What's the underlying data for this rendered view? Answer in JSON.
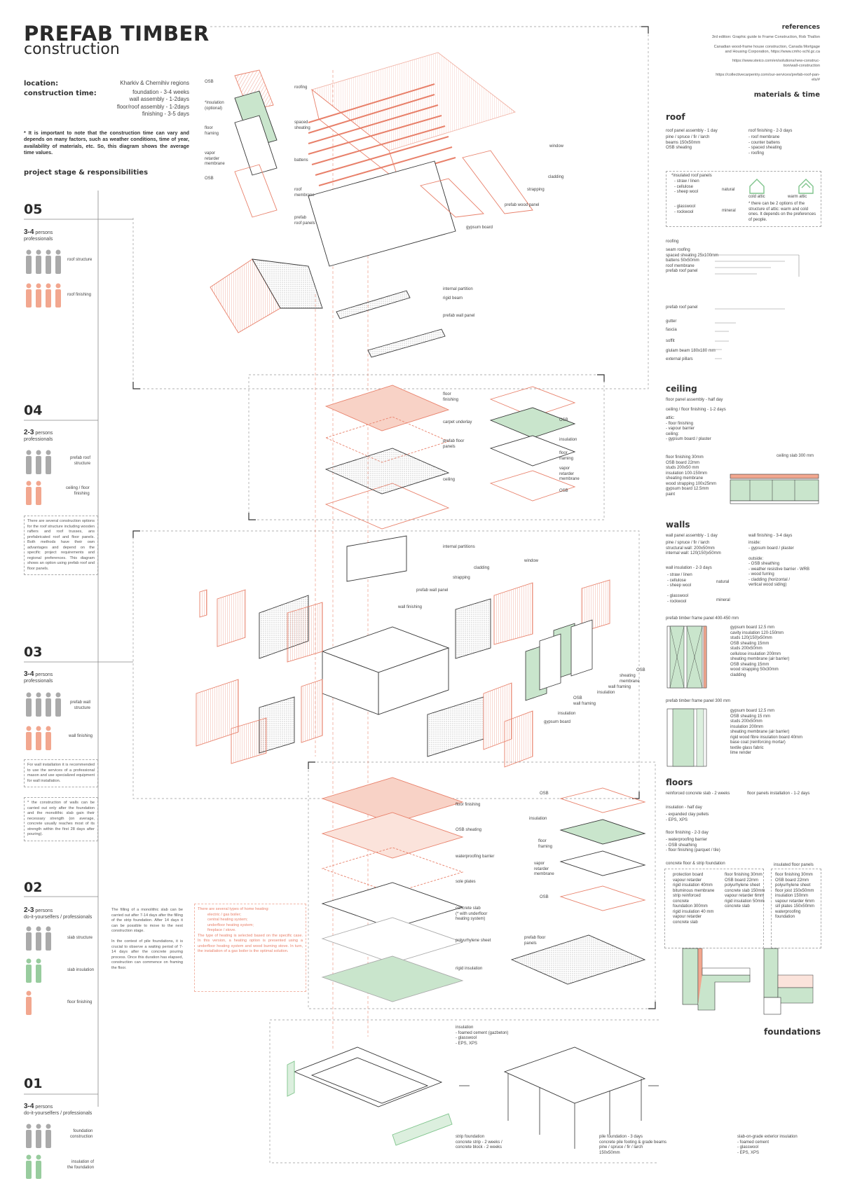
{
  "title": {
    "line1": "PREFAB TIMBER",
    "line2": "construction"
  },
  "info": {
    "location_label": "location:",
    "location_value": "Kharkiv & Chernihiv regions",
    "time_label": "construction time:",
    "times": [
      "foundation - 3-4 weeks",
      "wall assembly - 1-2days",
      "floor/roof assembly - 1-2days",
      "finishing - 3-5 days"
    ],
    "note": "* It is important to note that the construction time can vary and depends on many factors, such as weather conditions, time of year, availability of materials, etc. So, this diagram shows the average time values.",
    "stage_heading": "project stage &  responsibilities"
  },
  "stages": [
    {
      "num": "05",
      "count": "3-4",
      "unit": "persons",
      "who": "professionals",
      "roles": [
        "roof structure",
        "roof finishing"
      ]
    },
    {
      "num": "04",
      "count": "2-3",
      "unit": "persons",
      "who": "professionals",
      "roles": [
        "prefab roof\nstructure",
        "ceiling / floor\nfinishing"
      ]
    },
    {
      "num": "03",
      "count": "3-4",
      "unit": "persons",
      "who": "professionals",
      "roles": [
        "prefab wall\nstructure",
        "wall finishing"
      ]
    },
    {
      "num": "02",
      "count": "2-3",
      "unit": "persons",
      "who": "do-it-yourselfers / professionals",
      "roles": [
        "slab structure",
        "slab insulation",
        "floor finishing"
      ]
    },
    {
      "num": "01",
      "count": "3-4",
      "unit": "persons",
      "who": "do-it-yourselfers / professionals",
      "roles": [
        "foundation\nconstruction",
        "insulation of\nthe foundation"
      ]
    }
  ],
  "notes": {
    "n04": "There are several construction options for the roof structure including wooden rafters and roof trusses, ans prefabricated roof and floor panels. Both methods have their own advantages and depend on the specific project requirements and regional preferences. This diagram shows an option using prefab roof and floor panels.",
    "n03a": "For wall installation it is recommended to use the services of a professional mason and use specialized equipment for wall installation.",
    "n03b": "* the construction of walls can be carried out only after the foundation and the monolithic slab gain their necessary strength (on average, concrete usually reaches most of its strength within the first 28 days after pouring).",
    "n02a": "The filling of a monolithic slab can be carried out after 7-14 days after the filling of the strip foundation. After 14 days it can be possible to move to the next construction stage.",
    "n02b": "In the contest of pile foundations, it is crucial to observe a waiting period of 7-14 days after the concrete pouring process. Once this duration has elapsed, construction can commence on framing the floor.",
    "n02c_title": "There are several types of home heating:",
    "n02c_list": [
      "electric / gas boiler;",
      "central heating system;",
      "underfloor heating system;",
      "fireplace / stove."
    ],
    "n02c_body": "The type of heating is selected based on the specific case. In this version, a heating option is presented using a underfloor heating system and wood burning stove. In turn, the installation of a gas boiler is the optimal solution."
  },
  "references": {
    "heading": "references",
    "items": [
      "3rd edition: Graphic guide to Frame Construction, Rob Thallon",
      "Canadian wood-frame house construction, Canada Mortgage\nand Housing Corporation, https://www.cmhc-schl.gc.ca",
      "https://www.steico.com/en/solutions/new-construc-\ntion/wall-construction",
      "https://collectivecarpentry.com/our-services/prefab-roof-pan-\nels/#"
    ],
    "materials_heading": "materials & time"
  },
  "roof": {
    "heading": "roof",
    "col1_title": "roof panel assembly - 1 day",
    "col1": "pine / spruce / fir / larch\nbeams 150x50mm\nOSB sheating",
    "col2_title": "roof finishing - 2-3 days",
    "col2": "- roof membrane\n- counter battens\n- spaced sheating\n- roofing",
    "ins_title": "*insulated roof panels",
    "ins_natural": "- straw / linen\n- cellulose\n- sheep wool",
    "ins_mineral": "- glasswool\n- rockwool",
    "natural": "natural",
    "mineral": "mineral",
    "cold": "cold attic",
    "warm": "warm attic",
    "attic_note": "* there can be 2 options of the structure of attic: warm and cold ones. It depends on the preferences of people.",
    "roofing_title": "roofing",
    "roofing": "seam roofing\nspaced sheating 25x100mm\nbattens 50x50mm\nroof membrane\nprefab roof panel",
    "lower": [
      "prefab roof panel",
      "gutter",
      "fascia",
      "soffit",
      "glulam beam 180x180 mm",
      "external pillars"
    ]
  },
  "ceiling": {
    "heading": "ceiling",
    "t1": "floor panel assembly - half day",
    "t2": "ceiling / floor finishing - 1-2 days",
    "items": "attic:\n- floor finishing\n- vapour barrier\nceiling:\n- gypsum board / plaster",
    "layers": "floor finishing 30mm\nOSB board 22mm\nstuds 200x50 mm\ninsulation 100-150mm\nsheating membrane\nwood strapping 100x25mm\ngypsum board 12.5mm\npaint",
    "slab": "ceiling slab 300 mm"
  },
  "walls": {
    "heading": "walls",
    "c1t": "wall panel assembly - 1 day",
    "c1": "pine / spruce / fir / larch\nstructural wall: 200x50mm\ninternal wall: 120(150)x50mm",
    "c2t": "wall finishing - 3-4 days",
    "c2": "inside:\n- gypsum board / plaster\n\noutside:\n- OSB sheathing\n- weather resistive barrier - WRB\n- wood furring\n- cladding (horizontal /\nvertical wood siding)",
    "ins_t": "wall insulation - 2-3 days",
    "ins_nat": "- straw / linen\n- cellulose\n- sheep wool",
    "ins_min": "- glasswool\n- rockwool",
    "natural": "natural",
    "mineral": "mineral",
    "p1t": "prefab timber frame panel 400-450 mm",
    "p1": "gypsum board 12.5 mm\ncavity insulation 120-150mm\nstuds 120(150)x50mm\nOSB sheating 15mm\nstuds 200x50mm\ncellulose insulation 200mm\nsheating membrane (air barrier)\nOSB sheating 15mm\nwood strapping 50x30mm\ncladding",
    "p2t": "prefab timber frame panel 300 mm",
    "p2": "gypsum board 12.5 mm\nOSB sheating 15 mm\nstuds 200x50mm\ninsulation 200mm\nsheating membrane (air barrier)\nrigid wood fibre insulation board 40mm\nbase coat (reinforcing mortar)\ntextile glass fabric\nlime render"
  },
  "floors": {
    "heading": "floors",
    "c1t": "reinforced concrete slab - 2 weeks",
    "c2t": "floor panels installation - 1-2 days",
    "ins_t": "insulation - half day",
    "ins": "- expanded clay pellets\n- EPS, XPS",
    "fin_t": "floor finishing - 2-3 day",
    "fin": "- waterproofing barrier\n- OSB sheathing\n- floor finishing (parquet / tile)",
    "cf_t": "concrete floor & strip foundation",
    "cf1": "protection board\nvapour retarder\nrigid insulation 40mm\nbituminous membrane\nstrip reinforced\nconcrete\nfoundation 300mm\nrigid insulation 40 mm\nvapour retarder\nconcrete slab",
    "cf2": "floor finishing 30mm\nOSB board 22mm\npolyurhylene sheet\nconcrete slab 150mm\nvapour retarder 6mm\nrigid insulation 50mm\nconcrete slab",
    "ip_t": "insulated floor panels",
    "ip": "floor finishing 30mm\nOSB board 22mm\npolyurhylene sheet\nfloor joist 150x50mm\ninsulation 150mm\nvapour retarder 6mm\nsill plates 150x50mm\nwaterproofing\nfoundation"
  },
  "foundations": {
    "heading": "foundations",
    "ins": "insulation\n- foamed cement (gazbeton)\n- glasswool\n- EPS, XPS",
    "strip": "strip foundation\nconcrete strip - 2 weeks /\nconcrete block - 2 weeks",
    "pile": "pile foundation - 3 days\nconcrete pile footing & grade beams\npine / spruce / fir / larch\n150x50mm",
    "slab": "slab-on-grade exterior insulation\n- foamed cement\n- glasswool\n- EPS, XPS"
  },
  "diagram_labels": {
    "roof_left": [
      "OSB",
      "*insulation\n(optional)",
      "floor\nframing",
      "vapor\nretarder\nmembrane",
      "OSB"
    ],
    "roof_mid": [
      "roofing",
      "spaced\nsheating",
      "battens",
      "roof\nmembrane",
      "prefab\nroof panels"
    ],
    "roof_right": [
      "window",
      "cladding",
      "strapping",
      "prefab wood panel",
      "gypsum board"
    ],
    "roof_lower": [
      "internal partition",
      "rigid beam",
      "prefab wall panel"
    ],
    "ceil_mid": [
      "floor\nfinishing",
      "carpet underlay",
      "prefab floor\npanels",
      "ceiling"
    ],
    "ceil_right": [
      "OSB",
      "insulation",
      "floor\nframing",
      "vapor\nretarder\nmembrane",
      "OSB"
    ],
    "wall_top": [
      "internal partitions",
      "window",
      "cladding",
      "strapping",
      "prefab wall panel",
      "wall finishing"
    ],
    "wall_right": [
      "OSB",
      "sheating\nmembrane",
      "wall framing",
      "insulation",
      "OSB\nwall framing",
      "insulation",
      "gypsum board"
    ],
    "floor_mid": [
      "floor finishing",
      "OSB sheating",
      "waterproofing barrier",
      "sole plates",
      "concrete slab\n(* with underfloor\nheating system)",
      "polyurhylene sheet",
      "rigid insulation"
    ],
    "floor_right": [
      "OSB",
      "insulation",
      "floor\nframing",
      "vapor\nretarder\nmembrane",
      "OSB",
      "prefab floor\npanels"
    ]
  },
  "colors": {
    "accent": "#e8806a",
    "green": "#7fc48c",
    "line": "#333333",
    "dash": "#999999"
  }
}
